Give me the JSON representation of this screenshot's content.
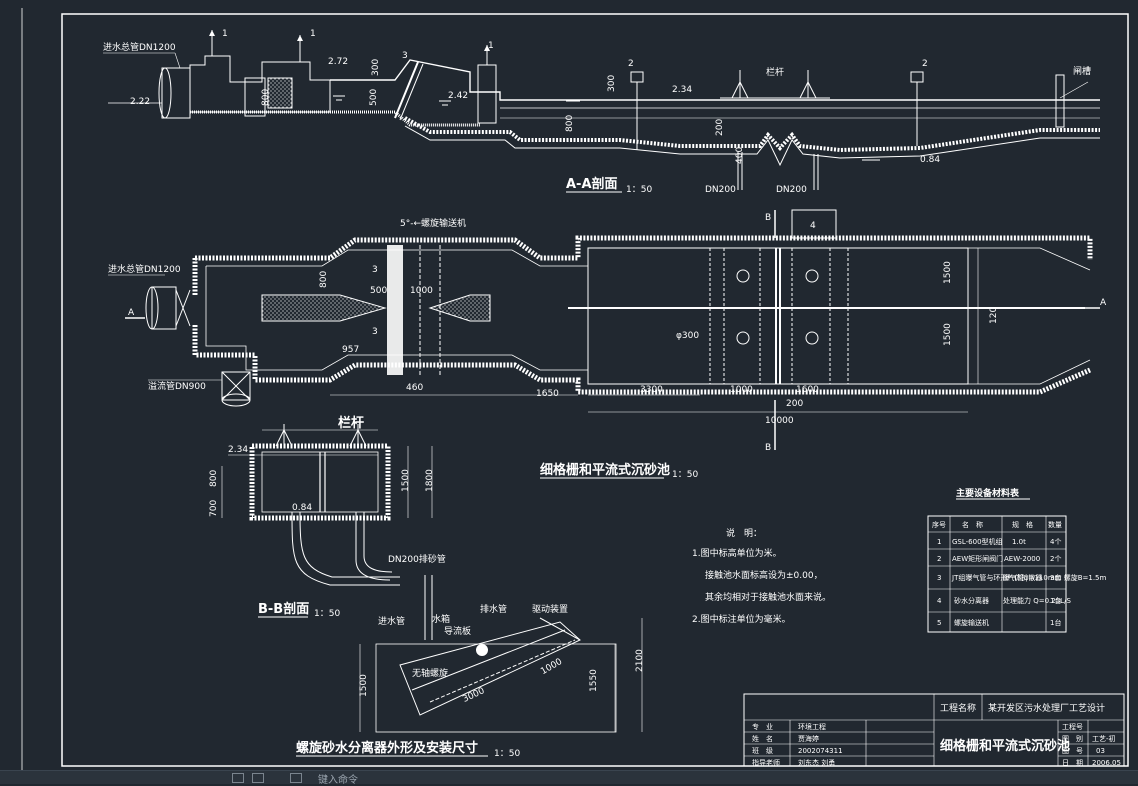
{
  "section_aa": {
    "title": "A-A剖面",
    "scale": "1：50",
    "inlet_main": "进水总管DN1200",
    "elev_272": "2.72",
    "elev_222": "2.22",
    "elev_242": "2.42",
    "elev_234": "2.34",
    "elev_084": "0.84",
    "dim_300": "300",
    "dim_500": "500",
    "dim_800": "800",
    "dim_800b": "800",
    "dim_300b": "300",
    "dim_200": "200",
    "dim_400": "400",
    "railing": "栏杆",
    "gate_slot": "闸槽",
    "dn200_a": "DN200",
    "dn200_b": "DN200",
    "mark_1a": "1",
    "mark_1b": "1",
    "mark_1c": "1",
    "mark_2a": "2",
    "mark_2b": "2",
    "mark_3": "3"
  },
  "plan": {
    "title": "细格栅和平流式沉砂池",
    "scale": "1：50",
    "inlet_main": "进水总管DN1200",
    "overflow": "溢流管DN900",
    "conveyor": "5°-←螺旋输送机",
    "mark_a_left": "A",
    "mark_a_right": "A",
    "mark_b_top": "B",
    "mark_b_bottom": "B",
    "mark_4": "4",
    "mark_3a": "3",
    "mark_3b": "3",
    "dim_800": "800",
    "dim_500": "500",
    "dim_1000": "1000",
    "dim_957": "957",
    "dim_460": "460",
    "dim_1650": "1650",
    "dim_3300": "3300",
    "dim_1000b": "1000",
    "dim_1600": "1600",
    "dim_200": "200",
    "dim_10000": "10000",
    "dim_1500a": "1500",
    "dim_1500b": "1500",
    "dim_120": "120",
    "phi300": "φ300"
  },
  "section_bb": {
    "title": "B-B剖面",
    "scale": "1：50",
    "railing": "栏杆",
    "elev_234": "2.34",
    "elev_084": "0.84",
    "dim_700": "700",
    "dim_800": "800",
    "dim_1500": "1500",
    "dim_1800": "1800",
    "pipe": "DN200排砂管"
  },
  "separator": {
    "title": "螺旋砂水分离器外形及安装尺寸",
    "scale": "1：50",
    "inlet": "进水管",
    "tank": "水箱",
    "guide": "导流板",
    "outlet": "排水管",
    "drive": "驱动装置",
    "shaftless": "无轴螺旋",
    "dim_1500": "1500",
    "dim_1550": "1550",
    "dim_2100": "2100",
    "dim_1000": "1000",
    "dim_3000": "3000"
  },
  "notes": {
    "heading": "说　明：",
    "lines": [
      "1.图中标高单位为米。",
      "接触池水面标高设为±0.00，",
      "其余均相对于接触池水面来说。",
      "2.图中标注单位为毫米。"
    ]
  },
  "materials": {
    "title": "主要设备材料表",
    "headers": [
      "序号",
      "名　称",
      "规　格",
      "数量"
    ],
    "rows": [
      [
        "1",
        "GSL-600型机组",
        "1.0t",
        "4个"
      ],
      [
        "2",
        "AEW矩形闸阀门",
        "AEW-2000",
        "2个"
      ],
      [
        "3",
        "JT组曝气管与环形气体扩散器",
        "曝气管φ=110mm 螺旋B=1.5m",
        "3套"
      ],
      [
        "4",
        "砂水分离器",
        "处理能力 Q=0.25L/S",
        "1台"
      ],
      [
        "5",
        "螺旋输送机",
        "",
        "1台"
      ]
    ]
  },
  "title_block": {
    "project_label": "工程名称",
    "project_name": "某开发区污水处理厂工艺设计",
    "drawing_title": "细格栅和平流式沉砂池",
    "rows": [
      [
        "专　业",
        "环境工程"
      ],
      [
        "姓　名",
        "贾海婷"
      ],
      [
        "班　级",
        "2002074311"
      ],
      [
        "指导老师",
        "刘东杰 刘勇"
      ]
    ],
    "right_labels": [
      "工程号",
      "图　别",
      "图　号",
      "日　期"
    ],
    "right_values": [
      "",
      "工艺-初",
      "03",
      "2006.05"
    ]
  },
  "status": {
    "command": "键入命令"
  },
  "colors": {
    "background": "#212830",
    "line": "#ffffff",
    "statusbar": "#2b333c"
  }
}
